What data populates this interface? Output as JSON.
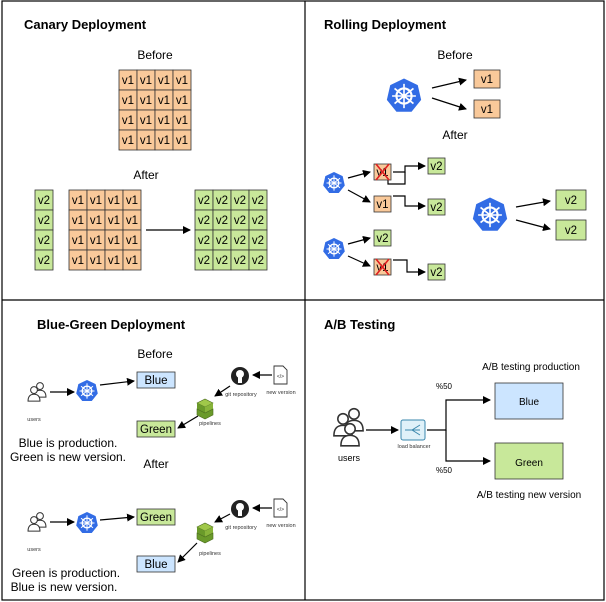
{
  "quadrants": {
    "canary": {
      "title": "Canary Deployment",
      "before": "Before",
      "after": "After"
    },
    "rolling": {
      "title": "Rolling Deployment",
      "before": "Before",
      "after": "After"
    },
    "bluegreen": {
      "title": "Blue-Green Deployment",
      "before": "Before",
      "after": "After",
      "users": "users",
      "git": "git repository",
      "newver": "new version",
      "pipelines": "pipelines",
      "blue": "Blue",
      "green": "Green",
      "note_before_1": "Blue is production.",
      "note_before_2": "Green is new version.",
      "note_after_1": "Green is production.",
      "note_after_2": "Blue is new version."
    },
    "ab": {
      "title": "A/B Testing",
      "users": "users",
      "lb": "load balancer",
      "pct_top": "%50",
      "pct_bottom": "%50",
      "prod_label": "A/B testing production",
      "new_label": "A/B testing new version",
      "blue": "Blue",
      "green": "Green"
    }
  },
  "versions": {
    "v1": "v1",
    "v2": "v2"
  },
  "colors": {
    "orange": "#f9c99a",
    "green": "#c8e89a",
    "blue": "#cce5ff",
    "k8s": "#326ce5"
  }
}
